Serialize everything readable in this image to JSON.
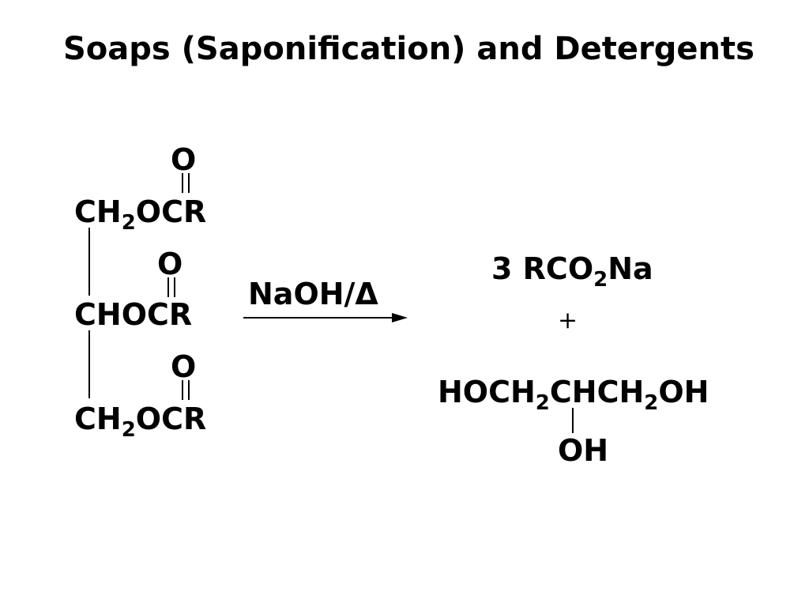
{
  "slide": {
    "title": "Soaps (Saponification) and Detergents"
  },
  "reactant": {
    "carbonyl_o_top": "O",
    "row1": {
      "pre": "CH",
      "sub": "2",
      "post": "OCR"
    },
    "carbonyl_o_mid": "O",
    "row2": {
      "text": "CHOCR"
    },
    "carbonyl_o_bot": "O",
    "row3": {
      "pre": "CH",
      "sub": "2",
      "post": "OCR"
    }
  },
  "reaction": {
    "reagent": "NaOH/Δ",
    "arrow": "right-arrow"
  },
  "products": {
    "carboxylate": {
      "pre": "3 RCO",
      "sub": "2",
      "post": "Na"
    },
    "plus": "+",
    "glycerol": {
      "p1": "HOCH",
      "s1": "2",
      "p2": "CHCH",
      "s2": "2",
      "p3": "OH"
    },
    "glycerol_oh": "OH"
  }
}
